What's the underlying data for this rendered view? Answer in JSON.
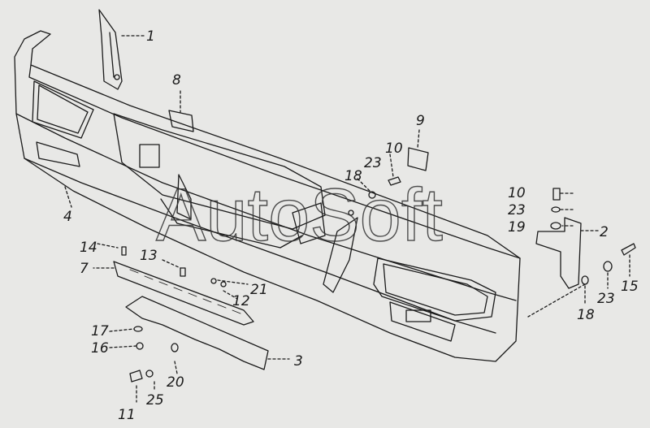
{
  "watermark": "AutoSoft",
  "callouts": {
    "c1": "1",
    "c2": "2",
    "c3": "3",
    "c4": "4",
    "c7": "7",
    "c8": "8",
    "c9": "9",
    "c10a": "10",
    "c10b": "10",
    "c11": "11",
    "c12": "12",
    "c13": "13",
    "c14": "14",
    "c15": "15",
    "c16": "16",
    "c17": "17",
    "c18a": "18",
    "c18b": "18",
    "c19": "19",
    "c20": "20",
    "c21": "21",
    "c23a": "23",
    "c23b": "23",
    "c23c": "23",
    "c25": "25"
  },
  "colors": {
    "background": "#e8e8e6",
    "line": "#1a1a1a"
  }
}
